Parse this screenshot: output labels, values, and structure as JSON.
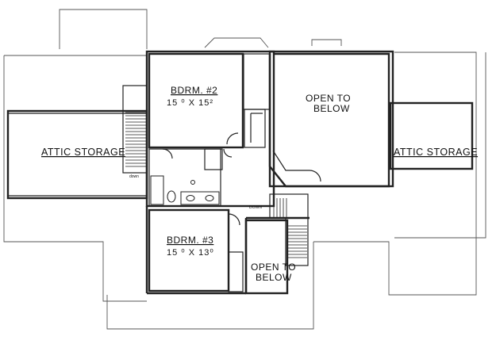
{
  "rooms": {
    "bedroom2": {
      "name": "BDRM. #2",
      "size": "15 ⁰ X 15²"
    },
    "bedroom3": {
      "name": "BDRM. #3",
      "size": "15 ⁰ X 13⁰"
    },
    "attic_left": {
      "name": "ATTIC STORAGE"
    },
    "attic_right": {
      "name": "ATTIC STORAGE"
    },
    "open_main": {
      "line1": "OPEN TO",
      "line2": "BELOW"
    },
    "open_small": {
      "line1": "OPEN TO",
      "line2": "BELOW"
    }
  },
  "stairs": {
    "left_label": "down",
    "center_label": "DOWN"
  }
}
